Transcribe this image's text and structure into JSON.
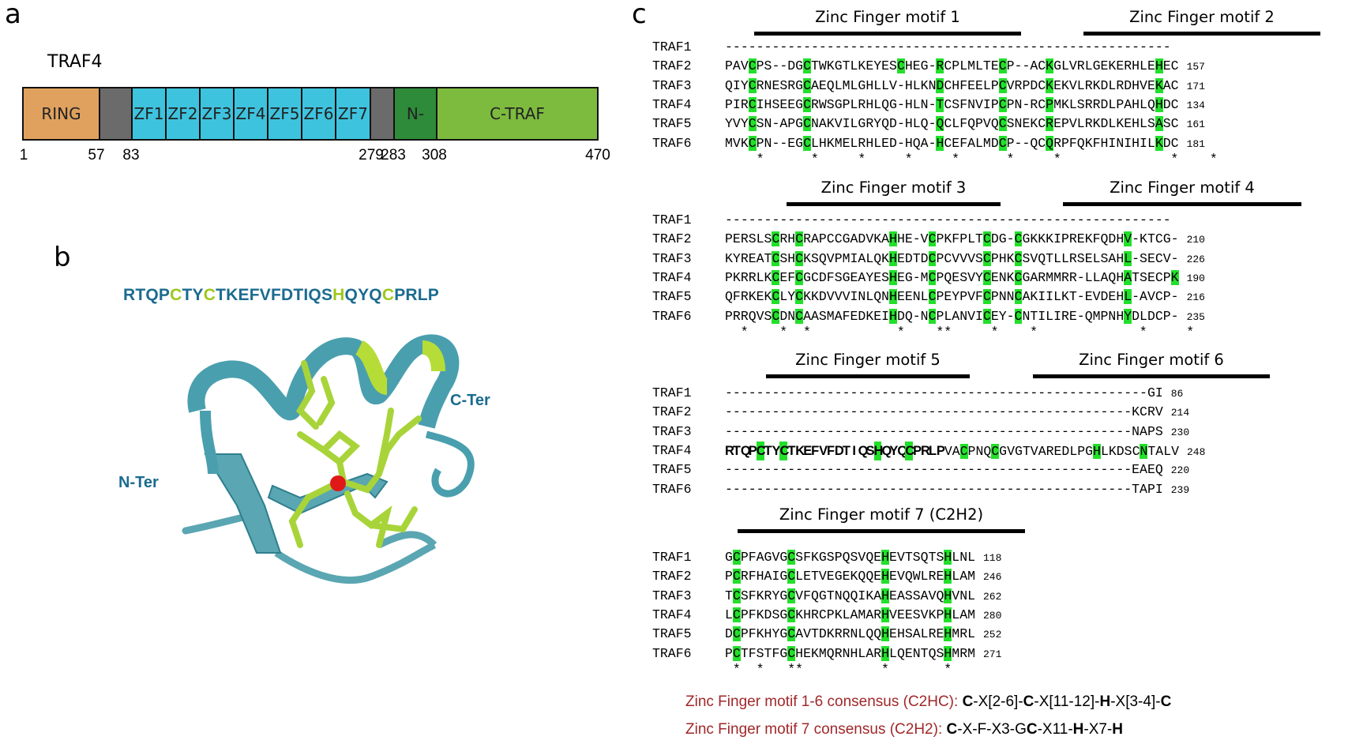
{
  "panels": {
    "a": "a",
    "b": "b",
    "c": "c"
  },
  "domain": {
    "protein": "TRAF4",
    "segments": [
      {
        "label": "RING",
        "color": "#e0a15e"
      },
      {
        "label": "",
        "color": "#6b6b6b"
      },
      {
        "label": "ZF1",
        "color": "#3ec3de"
      },
      {
        "label": "ZF2",
        "color": "#3ec3de"
      },
      {
        "label": "ZF3",
        "color": "#3ec3de"
      },
      {
        "label": "ZF4",
        "color": "#3ec3de"
      },
      {
        "label": "ZF5",
        "color": "#3ec3de"
      },
      {
        "label": "ZF6",
        "color": "#3ec3de"
      },
      {
        "label": "ZF7",
        "color": "#3ec3de"
      },
      {
        "label": "",
        "color": "#6b6b6b"
      },
      {
        "label": "N-",
        "color": "#2e8b3a"
      },
      {
        "label": "C-TRAF",
        "color": "#7dbb3f"
      }
    ],
    "positions": [
      "1",
      "57",
      "83",
      "279",
      "283",
      "308",
      "470"
    ]
  },
  "structure": {
    "sequence_parts": [
      {
        "t": "RTQP",
        "c": "#1b6b8f"
      },
      {
        "t": "C",
        "c": "#9fc61a"
      },
      {
        "t": "TY",
        "c": "#1b6b8f"
      },
      {
        "t": "C",
        "c": "#9fc61a"
      },
      {
        "t": "TKEFVFDTIQS",
        "c": "#1b6b8f"
      },
      {
        "t": "H",
        "c": "#9fc61a"
      },
      {
        "t": "QYQ",
        "c": "#1b6b8f"
      },
      {
        "t": "C",
        "c": "#9fc61a"
      },
      {
        "t": "PRLP",
        "c": "#1b6b8f"
      }
    ],
    "n_ter": "N-Ter",
    "c_ter": "C-Ter"
  },
  "alignment": {
    "blocks": [
      {
        "motifs": [
          {
            "title": "Zinc Finger motif 1"
          },
          {
            "title": "Zinc Finger motif 2"
          }
        ],
        "rows": [
          {
            "name": "TRAF1",
            "seq": "---------------------------------------------------------",
            "count": ""
          },
          {
            "name": "TRAF2",
            "seq": "PAVCPS--DGCTWKGTLKEYESCHEG-RCPLMLTECP--ACKGLVRLGEKERHLEHEC",
            "count": "157"
          },
          {
            "name": "TRAF3",
            "seq": "QIYCRNESRGCAEQLMLGHLLV-HLKNDCHFEELPCVRPDCKEKVLRKDLRDHVEKAC",
            "count": "171"
          },
          {
            "name": "TRAF4",
            "seq": "PIRCIHSEEGCRWSGPLRHLQG-HLN-TCSFNVIPCPN-RCPMKLSRRDLPAHLQHDC",
            "count": "134"
          },
          {
            "name": "TRAF5",
            "seq": "YVYCSN-APGCNAKVILGRYQD-HLQ-QCLFQPVQCSNEKCREPVLRKDLKEHLSASC",
            "count": "161"
          },
          {
            "name": "TRAF6",
            "seq": "MVKCPN--EGCLHKMELRHLED-HQA-HCEFALMDCP--QCQRPFQKFHINIHILKDC",
            "count": "181"
          }
        ],
        "stars": "    *      *     *     *     *      *     *              *    *"
      },
      {
        "motifs": [
          {
            "title": "Zinc Finger motif 3"
          },
          {
            "title": "Zinc Finger motif 4"
          }
        ],
        "rows": [
          {
            "name": "TRAF1",
            "seq": "---------------------------------------------------------",
            "count": ""
          },
          {
            "name": "TRAF2",
            "seq": "PERSLSCRHCRAPCCGADVKAHHE-VCPKFPLTCDG-CGKKKIPREKFQDHV-KTCG-",
            "count": "210"
          },
          {
            "name": "TRAF3",
            "seq": "KYREATCSHCKSQVPMIALQKHEDTDCPCVVVSCPHKCSVQTLLRSELSAHL-SECV-",
            "count": "226"
          },
          {
            "name": "TRAF4",
            "seq": "PKRRLKCEFCGCDFSGEAYESHEG-MCPQESVYCENKCGARMMRR-LLAQHATSECPK",
            "count": "190"
          },
          {
            "name": "TRAF5",
            "seq": "QFRKEKCLYCKKDVVVINLQNHEENLCPEYPVFCPNNCAKIILKT-EVDEHL-AVCP-",
            "count": "216"
          },
          {
            "name": "TRAF6",
            "seq": "PRRQVSCDNCAASMAFEDKEIHDQ-NCPLANVICEY-CNTILIRE-QMPNHYDLDCP-",
            "count": "235"
          }
        ],
        "stars": "  *    *  *           *    **     *    *             *     *"
      },
      {
        "motifs": [
          {
            "title": "Zinc Finger motif 5"
          },
          {
            "title": "Zinc Finger motif 6"
          }
        ],
        "rows": [
          {
            "name": "TRAF1",
            "bold": "",
            "seq": "------------------------------------------------------GI",
            "count": "86"
          },
          {
            "name": "TRAF2",
            "bold": "",
            "seq": "----------------------------------------------------KCRV",
            "count": "214"
          },
          {
            "name": "TRAF3",
            "bold": "",
            "seq": "----------------------------------------------------NAPS",
            "count": "230"
          },
          {
            "name": "TRAF4",
            "bold": "RTQPCTYCTKEFVFDTIQSHQYQCPRLP",
            "seq": "VACPNQCGVGTVAREDLPGHLKDSCNTALV",
            "count": "248"
          },
          {
            "name": "TRAF5",
            "bold": "",
            "seq": "----------------------------------------------------EAEQ",
            "count": "220"
          },
          {
            "name": "TRAF6",
            "bold": "",
            "seq": "----------------------------------------------------TAPI",
            "count": "239"
          }
        ],
        "stars": ""
      },
      {
        "motifs": [
          {
            "title": "Zinc Finger motif 7 (C2H2)"
          }
        ],
        "rows": [
          {
            "name": "TRAF1",
            "seq": "GCPFAGVGCSFKGSPQSVQEHEVTSQTSHLNL",
            "count": "118"
          },
          {
            "name": "TRAF2",
            "seq": "PCRFHAIGCLETVEGEKQQEHEVQWLREHLAM",
            "count": "246"
          },
          {
            "name": "TRAF3",
            "seq": "TCSFKRYGCVFQGTNQQIKAHEASSAVQHVNL",
            "count": "262"
          },
          {
            "name": "TRAF4",
            "seq": "LCPFKDSGCKHRCPKLAMARHVEESVKPHLAM",
            "count": "280"
          },
          {
            "name": "TRAF5",
            "seq": "DCPFKHYGCAVTDKRRNLQQHEHSALREHMRL",
            "count": "252"
          },
          {
            "name": "TRAF6",
            "seq": "PCTFSTFGCHEKMQRNHLARHLQENTQSHMRM",
            "count": "271"
          }
        ],
        "stars": " *  *   **          *       *"
      }
    ],
    "consensus": [
      {
        "label": "Zinc Finger motif 1-6 consensus (C2HC): ",
        "parts": [
          {
            "t": "C",
            "b": true
          },
          {
            "t": "-X[2-6]-",
            "b": false
          },
          {
            "t": "C",
            "b": true
          },
          {
            "t": "-X[11-12]-",
            "b": false
          },
          {
            "t": "H",
            "b": true
          },
          {
            "t": "-X[3-4]-",
            "b": false
          },
          {
            "t": "C",
            "b": true
          }
        ]
      },
      {
        "label": "Zinc Finger motif 7 consensus (C2H2): ",
        "parts": [
          {
            "t": "C",
            "b": true
          },
          {
            "t": "-X-F-X3-G",
            "b": false
          },
          {
            "t": "C",
            "b": true
          },
          {
            "t": "-X11-",
            "b": false
          },
          {
            "t": "H",
            "b": true
          },
          {
            "t": "-X7-",
            "b": false
          },
          {
            "t": "H",
            "b": true
          }
        ]
      }
    ]
  },
  "colors": {
    "highlight": "#22e02a",
    "consensus_label": "#a0282a",
    "helix": "#4a9fae",
    "ligand": "#a8d43a",
    "zinc": "#e01818"
  }
}
